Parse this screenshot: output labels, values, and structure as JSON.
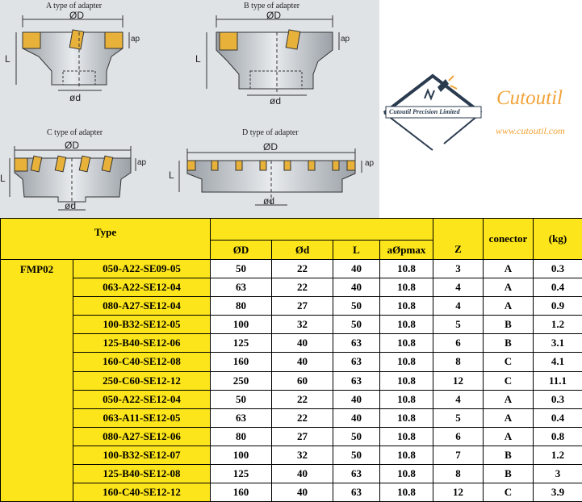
{
  "diagrams": {
    "a": {
      "caption": "A type of adapter",
      "od": "ØD",
      "ap": "ap",
      "l": "L",
      "d": "ød"
    },
    "b": {
      "caption": "B type of adapter",
      "od": "ØD",
      "ap": "ap",
      "l": "L",
      "d": "ød"
    },
    "c": {
      "caption": "C type of adapter",
      "od": "ØD",
      "ap": "ap",
      "l": "L",
      "d": "ød"
    },
    "d": {
      "caption": "D type of adapter",
      "od": "ØD",
      "ap": "ap",
      "l": "L",
      "d": "ød"
    }
  },
  "brand": {
    "logo_text": "Cutoutil Precision Limited",
    "name": "Cutoutil",
    "website": "www.cutoutil.com"
  },
  "colors": {
    "table_yellow": "#fce51a",
    "brand_orange": "#f2a33a",
    "insert_yellow": "#e8b23a"
  },
  "table": {
    "type_header": "Type",
    "group_label": "FMP02",
    "columns": [
      "ØD",
      "Ød",
      "L",
      "aØpmax",
      "Z",
      "conector",
      "(kg)"
    ],
    "rows": [
      [
        "050-A22-SE09-05",
        "50",
        "22",
        "40",
        "10.8",
        "3",
        "A",
        "0.3"
      ],
      [
        "063-A22-SE12-04",
        "63",
        "22",
        "40",
        "10.8",
        "4",
        "A",
        "0.4"
      ],
      [
        "080-A27-SE12-04",
        "80",
        "27",
        "50",
        "10.8",
        "4",
        "A",
        "0.9"
      ],
      [
        "100-B32-SE12-05",
        "100",
        "32",
        "50",
        "10.8",
        "5",
        "B",
        "1.2"
      ],
      [
        "125-B40-SE12-06",
        "125",
        "40",
        "63",
        "10.8",
        "6",
        "B",
        "3.1"
      ],
      [
        "160-C40-SE12-08",
        "160",
        "40",
        "63",
        "10.8",
        "8",
        "C",
        "4.1"
      ],
      [
        "250-C60-SE12-12",
        "250",
        "60",
        "63",
        "10.8",
        "12",
        "C",
        "11.1"
      ],
      [
        "050-A22-SE12-04",
        "50",
        "22",
        "40",
        "10.8",
        "4",
        "A",
        "0.3"
      ],
      [
        "063-A11-SE12-05",
        "63",
        "22",
        "40",
        "10.8",
        "5",
        "A",
        "0.4"
      ],
      [
        "080-A27-SE12-06",
        "80",
        "27",
        "50",
        "10.8",
        "6",
        "A",
        "0.8"
      ],
      [
        "100-B32-SE12-07",
        "100",
        "32",
        "50",
        "10.8",
        "7",
        "B",
        "1.2"
      ],
      [
        "125-B40-SE12-08",
        "125",
        "40",
        "63",
        "10.8",
        "8",
        "B",
        "3"
      ],
      [
        "160-C40-SE12-12",
        "160",
        "40",
        "63",
        "10.8",
        "12",
        "C",
        "3.9"
      ]
    ]
  }
}
